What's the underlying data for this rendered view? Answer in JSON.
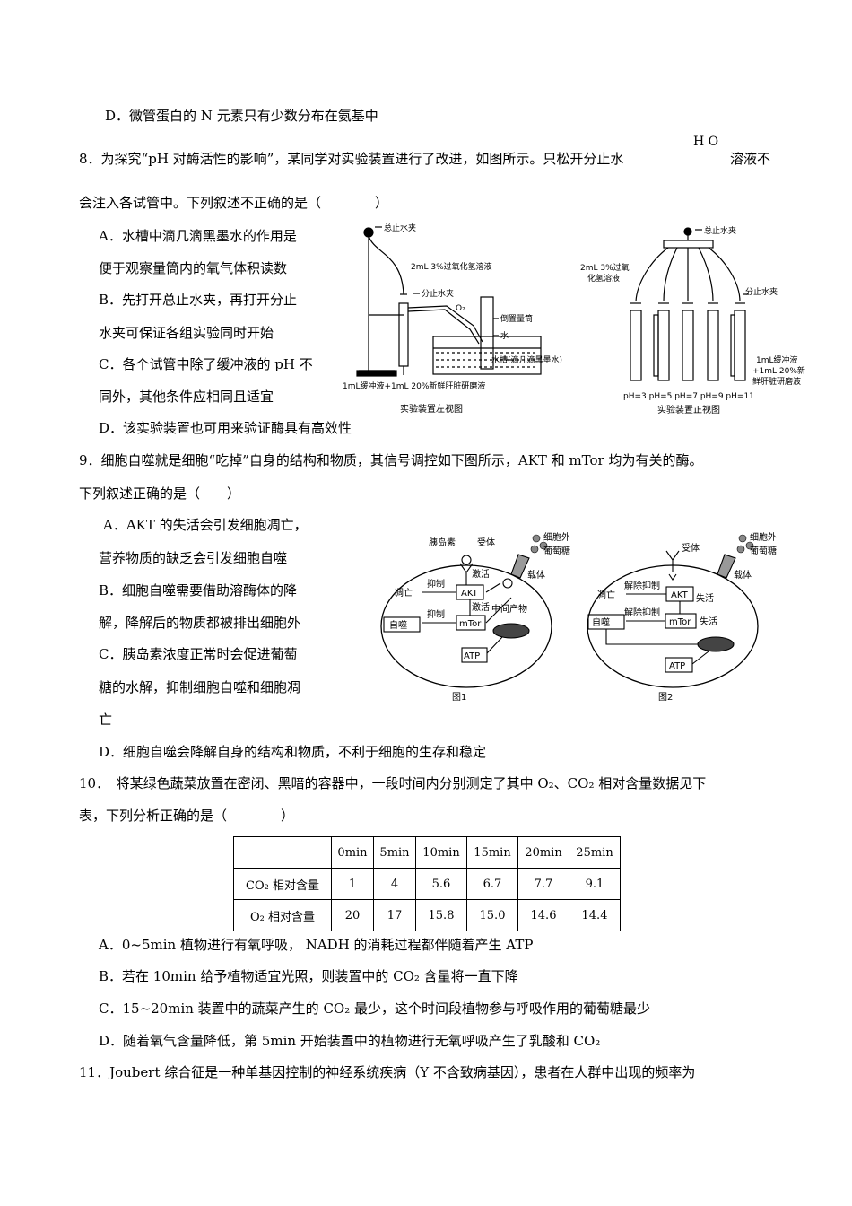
{
  "q7": {
    "optD": "D．微管蛋白的 N  元素只有少数分布在氨基中"
  },
  "q8": {
    "stem1": "8．为探究“pH 对酶活性的影响”，某同学对实验装置进行了改进，如图所示。只松开分止水",
    "h2o_top": "H O",
    "stem1_end": "溶液不",
    "stem2": "会注入各试管中。下列叙述不正确的是（　　　　）",
    "optA1": "A．水槽中滴几滴黑墨水的作用是",
    "optA2": "便于观察量筒内的氧气体积读数",
    "optB1": "B．先打开总止水夹，再打开分止",
    "optB2": "水夹可保证各组实验同时开始",
    "optC1": "C．各个试管中除了缓冲液的 pH 不",
    "optC2": "同外，其他条件应相同且适宜",
    "optD": "D．该实验装置也可用来验证酶具有高效性",
    "fig_left": {
      "clamp_total": "总止水夹",
      "h2o2": "2mL 3%过氧化氢溶液",
      "clamp_branch": "分止水夹",
      "o2": "O₂",
      "cylinder": "倒置量筒",
      "water": "水",
      "trough": "水槽(滴几滴黑墨水)",
      "buffer": "1mL缓冲液+1mL 20%新鲜肝脏研磨液",
      "caption": "实验装置左视图"
    },
    "fig_right": {
      "clamp_total": "总止水夹",
      "h2o2": "2mL 3%过氧\n化氢溶液",
      "clamp_branch": "分止水夹",
      "buffer1": "1mL缓冲液",
      "buffer2": "+1mL 20%新",
      "buffer3": "鲜肝脏研磨液",
      "ph": "pH=3 pH=5 pH=7 pH=9 pH=11",
      "caption": "实验装置正视图"
    }
  },
  "q9": {
    "stem1": "9．细胞自噬就是细胞“吃掉”自身的结构和物质，其信号调控如下图所示，AKT 和 mTor 均为有关的酶。",
    "stem2": "下列叙述正确的是（　　）",
    "optA1": "A．AKT 的失活会引发细胞凋亡，",
    "optA2": "营养物质的缺乏会引发细胞自噬",
    "optB1": "B．细胞自噬需要借助溶酶体的降",
    "optB2": "解，降解后的物质都被排出细胞外",
    "optC1": "C．胰岛素浓度正常时会促进葡萄",
    "optC2": "糖的水解，抑制细胞自噬和细胞凋",
    "optC3": "亡",
    "optD": "D．细胞自噬会降解自身的结构和物质，不利于细胞的生存和稳定",
    "fig1": {
      "insulin": "胰岛素",
      "receptor": "受体",
      "extracellular": "细胞外",
      "glucose": "葡萄糖",
      "carrier": "载体",
      "activate1": "激活",
      "inhibit1": "抑制",
      "apoptosis": "凋亡",
      "akt": "AKT",
      "activate2": "激活",
      "inhibit2": "抑制",
      "autophagy": "自噬",
      "mtor": "mTor",
      "intermediate": "中间产物",
      "atp": "ATP",
      "caption": "图1"
    },
    "fig2": {
      "receptor": "受体",
      "extracellular": "细胞外",
      "glucose": "葡萄糖",
      "carrier": "载体",
      "release1": "解除抑制",
      "apoptosis": "凋亡",
      "akt": "AKT",
      "inactive1": "失活",
      "release2": "解除抑制",
      "autophagy": "自噬",
      "mtor": "mTor",
      "inactive2": "失活",
      "atp": "ATP",
      "caption": "图2"
    }
  },
  "q10": {
    "stem1": "10．　将某绿色蔬菜放置在密闭、黑暗的容器中，一段时间内分别测定了其中 O₂、CO₂ 相对含量数据见下",
    "stem2": "表，下列分析正确的是（　　　　）",
    "table": {
      "headers": [
        "",
        "0min",
        "5min",
        "10min",
        "15min",
        "20min",
        "25min"
      ],
      "rows": [
        [
          "CO₂ 相对含量",
          "1",
          "4",
          "5.6",
          "6.7",
          "7.7",
          "9.1"
        ],
        [
          "O₂ 相对含量",
          "20",
          "17",
          "15.8",
          "15.0",
          "14.6",
          "14.4"
        ]
      ]
    },
    "optA": "A．0~5min 植物进行有氧呼吸，  NADH 的消耗过程都伴随着产生  ATP",
    "optB": "B．若在 10min 给予植物适宜光照，则装置中的 CO₂  含量将一直下降",
    "optC": "C．15~20min 装置中的蔬菜产生的 CO₂  最少，这个时间段植物参与呼吸作用的葡萄糖最少",
    "optD": "D．随着氧气含量降低，第 5min 开始装置中的植物进行无氧呼吸产生了乳酸和 CO₂"
  },
  "q11": {
    "stem1": "11．Joubert 综合征是一种单基因控制的神经系统疾病（Y 不含致病基因），患者在人群中出现的频率为"
  }
}
